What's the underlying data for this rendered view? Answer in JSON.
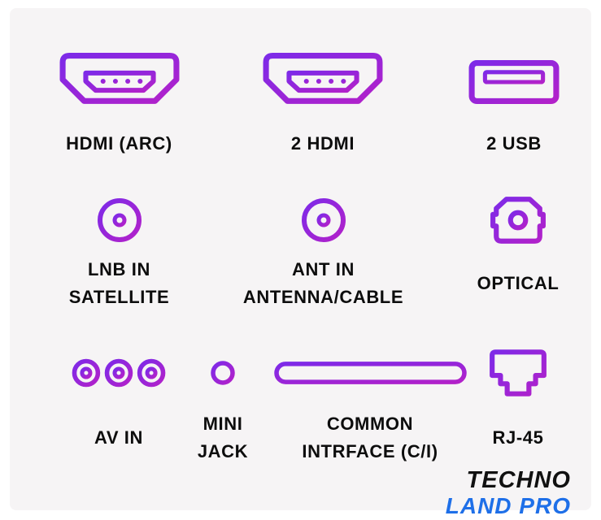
{
  "colors": {
    "purple_start": "#7d2ae8",
    "purple_end": "#b321c9",
    "text": "#0d0d0d",
    "logo_blue": "#1e6fe8",
    "panel_background": "#f6f4f5"
  },
  "rows": [
    {
      "items": [
        {
          "icon": "hdmi-icon",
          "label1": "HDMI (ARC)"
        },
        {
          "icon": "hdmi-icon",
          "label1": "2 HDMI"
        },
        {
          "icon": "usb-icon",
          "label1": "2 USB"
        }
      ]
    },
    {
      "items": [
        {
          "icon": "coax-icon",
          "label1": "LNB IN",
          "label2": "SATELLITE"
        },
        {
          "icon": "coax-icon",
          "label1": "ANT IN",
          "label2": "ANTENNA/CABLE"
        },
        {
          "icon": "optical-icon",
          "label1": "OPTICAL"
        }
      ]
    },
    {
      "items": [
        {
          "icon": "rca-triple-icon",
          "label1": "AV IN"
        },
        {
          "icon": "minijack-icon",
          "label1": "MINI",
          "label2": "JACK"
        },
        {
          "icon": "ci-slot-icon",
          "label1": "COMMON",
          "label2": "INTRFACE (C/I)"
        },
        {
          "icon": "rj45-icon",
          "label1": "RJ-45"
        }
      ]
    }
  ],
  "logo": {
    "line1": "TECHNO",
    "line2": "LAND PRO"
  }
}
